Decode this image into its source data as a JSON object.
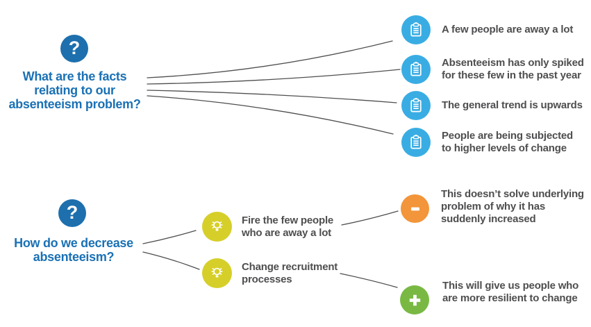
{
  "colors": {
    "question_circle": "#1e6fad",
    "question_text": "#1a71b5",
    "fact_circle": "#39ade3",
    "idea_circle": "#d6cf2a",
    "negative_circle": "#f2953b",
    "positive_circle": "#79b943",
    "body_text": "#4e4e50",
    "connector": "#4e4e50"
  },
  "glyphs": {
    "question_mark": "?"
  },
  "question1": {
    "text": "What are the facts\nrelating to our\nabsenteeism problem?",
    "facts": [
      {
        "icon": "clipboard-icon",
        "text": "A few people are away a lot"
      },
      {
        "icon": "clipboard-icon",
        "text": "Absenteeism has only spiked\nfor these few in the past year"
      },
      {
        "icon": "clipboard-icon",
        "text": "The general trend is upwards"
      },
      {
        "icon": "clipboard-icon",
        "text": "People are being subjected\nto higher levels of change"
      }
    ]
  },
  "question2": {
    "text": "How do we decrease\nabsenteeism?",
    "ideas": [
      {
        "icon": "lightbulb-icon",
        "text": "Fire the few people\nwho are away a lot"
      },
      {
        "icon": "lightbulb-icon",
        "text": "Change recruitment\nprocesses"
      }
    ],
    "evaluations": [
      {
        "type": "negative",
        "icon": "minus-icon",
        "text": "This doesn’t solve underlying\nproblem of why it has\nsuddenly increased"
      },
      {
        "type": "positive",
        "icon": "plus-icon",
        "text": "This will give us people who\nare more resilient to change"
      }
    ]
  }
}
